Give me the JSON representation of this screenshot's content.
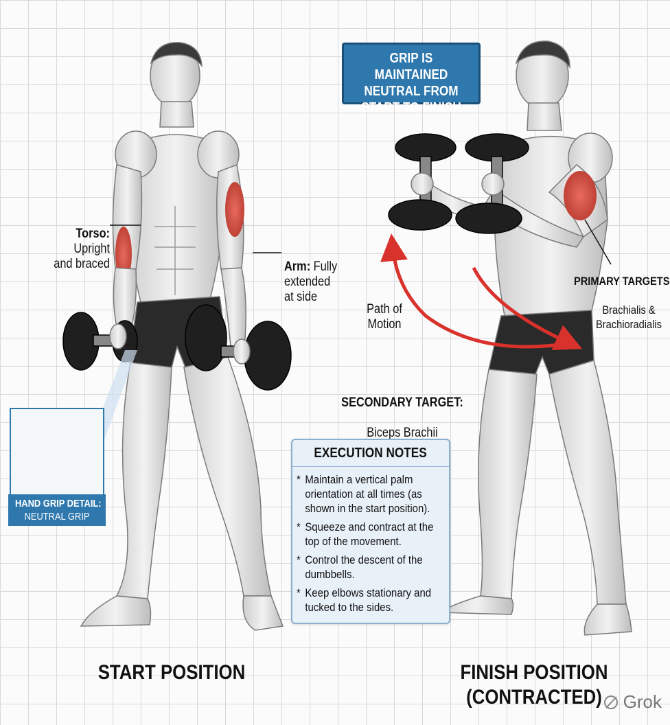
{
  "labels": {
    "torso": {
      "bold": "Torso:",
      "text": " Upright\nand braced"
    },
    "arm": {
      "bold": "Arm:",
      "text": " Fully\nextended\nat side"
    },
    "path": "Path of\nMotion",
    "secondary_title": "SECONDARY TARGET:",
    "secondary_value": "Biceps Brachii",
    "primary_title": "PRIMARY TARGETS",
    "primary_value": "Brachialis &\nBrachioradialis"
  },
  "top_callout": "GRIP IS MAINTAINED\nNEUTRAL FROM\nSTART TO FINISH",
  "grip_detail": {
    "title": "HAND GRIP DETAIL:",
    "subtitle": "NEUTRAL GRIP"
  },
  "execution_notes": {
    "title": "EXECUTION NOTES",
    "items": [
      "Maintain a vertical palm orientation at all times (as shown in the start position).",
      "Squeeze and contract at the top of the movement.",
      "Control the descent of the dumbbells.",
      "Keep elbows stationary and tucked to the sides."
    ],
    "bullet": "*"
  },
  "positions": {
    "start": "START POSITION",
    "finish": "FINISH POSITION\n(CONTRACTED)"
  },
  "watermark": "Grok",
  "colors": {
    "callout_blue": "#2f78ae",
    "target_muscle": "#d9534a",
    "arrow_red": "#d9312b",
    "notes_bg": "#e9f1f8"
  }
}
